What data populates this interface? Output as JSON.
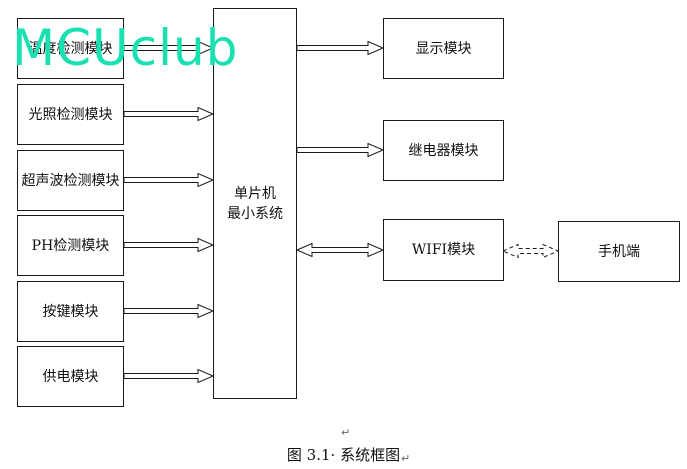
{
  "diagram": {
    "left_modules": [
      {
        "id": "temp",
        "label": "温度检测模块"
      },
      {
        "id": "light",
        "label": "光照检测模块"
      },
      {
        "id": "ultrasonic",
        "label": "超声波检测模块"
      },
      {
        "id": "ph",
        "label": "PH检测模块"
      },
      {
        "id": "keys",
        "label": "按键模块"
      },
      {
        "id": "power",
        "label": "供电模块"
      }
    ],
    "mcu": {
      "line1": "单片机",
      "line2": "最小系统"
    },
    "right_modules": [
      {
        "id": "display",
        "label": "显示模块"
      },
      {
        "id": "relay",
        "label": "继电器模块"
      },
      {
        "id": "wifi",
        "label": "WIFI模块"
      }
    ],
    "phone": {
      "label": "手机端"
    }
  },
  "watermark": "MCUclub",
  "caption": "图 3.1· 系统框图",
  "marks": [
    "↵",
    "↵"
  ]
}
